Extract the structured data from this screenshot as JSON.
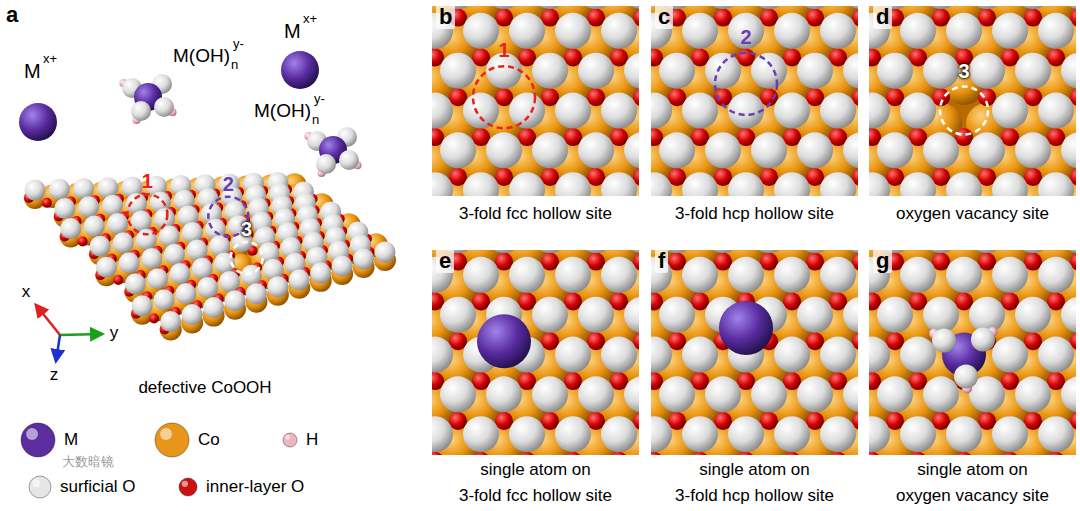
{
  "diagram": {
    "labels": [
      "a",
      "M",
      "x+",
      "M(OH)",
      "n",
      "y-",
      "M",
      "x+",
      "M(OH)",
      "n",
      "y-",
      "1",
      "2",
      "3",
      "x",
      "y",
      "z",
      "defective CoOOH",
      "b",
      "1",
      "c",
      "2",
      "d",
      "3",
      "3-fold fcc hollow site",
      "3-fold hcp hollow site",
      "oxygen vacancy site",
      "e",
      "f",
      "g",
      "single atom on",
      "3-fold fcc hollow site",
      "single atom on",
      "3-fold hcp hollow site",
      "single atom on",
      "oxygen vacancy site",
      "大数暗镜"
    ],
    "legend": [
      {
        "text": "M",
        "color": "#5b2d9e"
      },
      {
        "text": "Co",
        "color": "#e8961a"
      },
      {
        "text": "H",
        "color": "#eeb4bf"
      },
      {
        "text": "surficial O",
        "color": "#e6e6e6"
      },
      {
        "text": "inner-layer O",
        "color": "#cc1111"
      }
    ]
  }
}
